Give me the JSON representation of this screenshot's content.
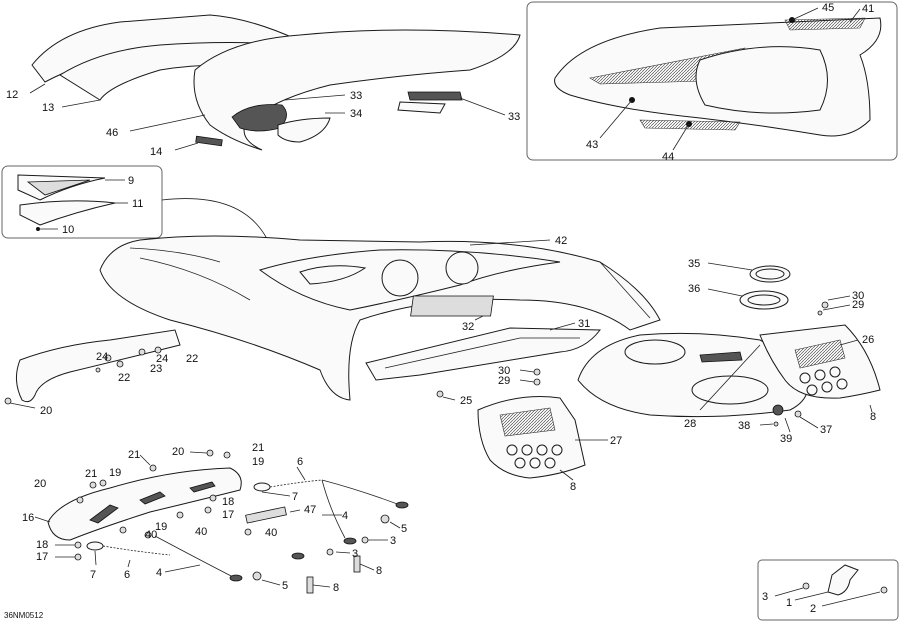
{
  "diagram": {
    "drawing_code": "36NM0512",
    "callouts": {
      "c12": "12",
      "c13": "13",
      "c46": "46",
      "c14": "14",
      "c33a": "33",
      "c34": "34",
      "c33b": "33",
      "c45": "45",
      "c41": "41",
      "c43": "43",
      "c44": "44",
      "c9": "9",
      "c11": "11",
      "c10": "10",
      "c42": "42",
      "c32": "32",
      "c31": "31",
      "c35": "35",
      "c36": "36",
      "c30a": "30",
      "c29a": "29",
      "c26": "26",
      "c24a": "24",
      "c24b": "24",
      "c22a": "22",
      "c22b": "22",
      "c23": "23",
      "c20a": "20",
      "c30b": "30",
      "c29b": "29",
      "c25": "25",
      "c27": "27",
      "c28": "28",
      "c8a": "8",
      "c38": "38",
      "c39": "39",
      "c37": "37",
      "c8b": "8",
      "c21a": "21",
      "c20b": "20",
      "c21b": "21",
      "c19a": "19",
      "c6a": "6",
      "c20c": "20",
      "c21c": "21",
      "c19b": "19",
      "c18a": "18",
      "c16": "16",
      "c17a": "17",
      "c7a": "7",
      "c47": "47",
      "c4a": "4",
      "c5a": "5",
      "c19c": "19",
      "c40a": "40",
      "c40b": "40",
      "c40c": "40",
      "c18b": "18",
      "c17b": "17",
      "c7b": "7",
      "c6b": "6",
      "c3a": "3",
      "c4b": "4",
      "c5b": "5",
      "c8c": "8",
      "c3b": "3",
      "c8d": "8",
      "c3c": "3",
      "c1": "1",
      "c2": "2"
    }
  }
}
